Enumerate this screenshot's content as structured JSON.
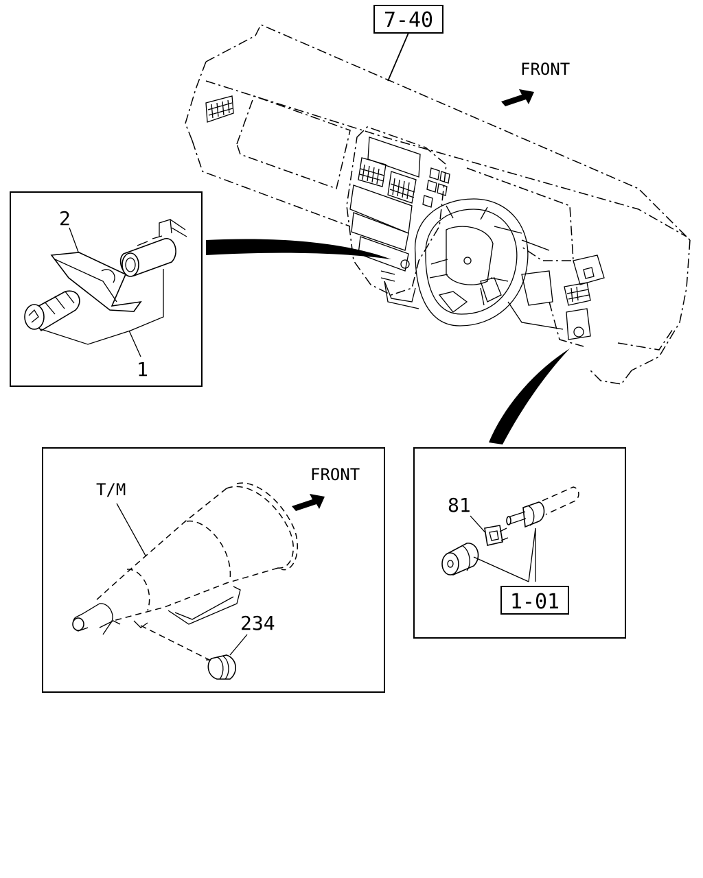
{
  "labels": {
    "ref_dashboard": "7-40",
    "front_top": "FRONT",
    "front_tm": "FRONT",
    "part_2": "2",
    "part_1": "1",
    "tm": "T/M",
    "part_234": "234",
    "part_81": "81",
    "ref_sensor": "1-01"
  },
  "icons": [
    "front-arrow-icon",
    "leader-arrow"
  ]
}
